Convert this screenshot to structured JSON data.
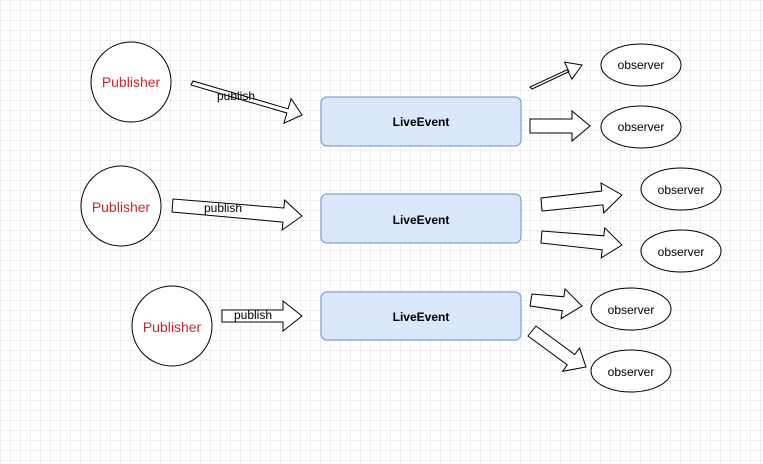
{
  "colors": {
    "publisher_text": "#c62828",
    "node_stroke": "#000000",
    "live_fill": "#dae8fc",
    "live_stroke": "#6c8ebf",
    "arrow_fill": "#ffffff",
    "grid": "#eeeeee"
  },
  "rows": [
    {
      "publisher": "Publisher",
      "publish_label": "publish",
      "live_event": "LiveEvent",
      "observers": [
        "observer",
        "observer"
      ]
    },
    {
      "publisher": "Publisher",
      "publish_label": "publish",
      "live_event": "LiveEvent",
      "observers": [
        "observer",
        "observer"
      ]
    },
    {
      "publisher": "Publisher",
      "publish_label": "publish",
      "live_event": "LiveEvent",
      "observers": [
        "observer",
        "observer"
      ]
    }
  ]
}
